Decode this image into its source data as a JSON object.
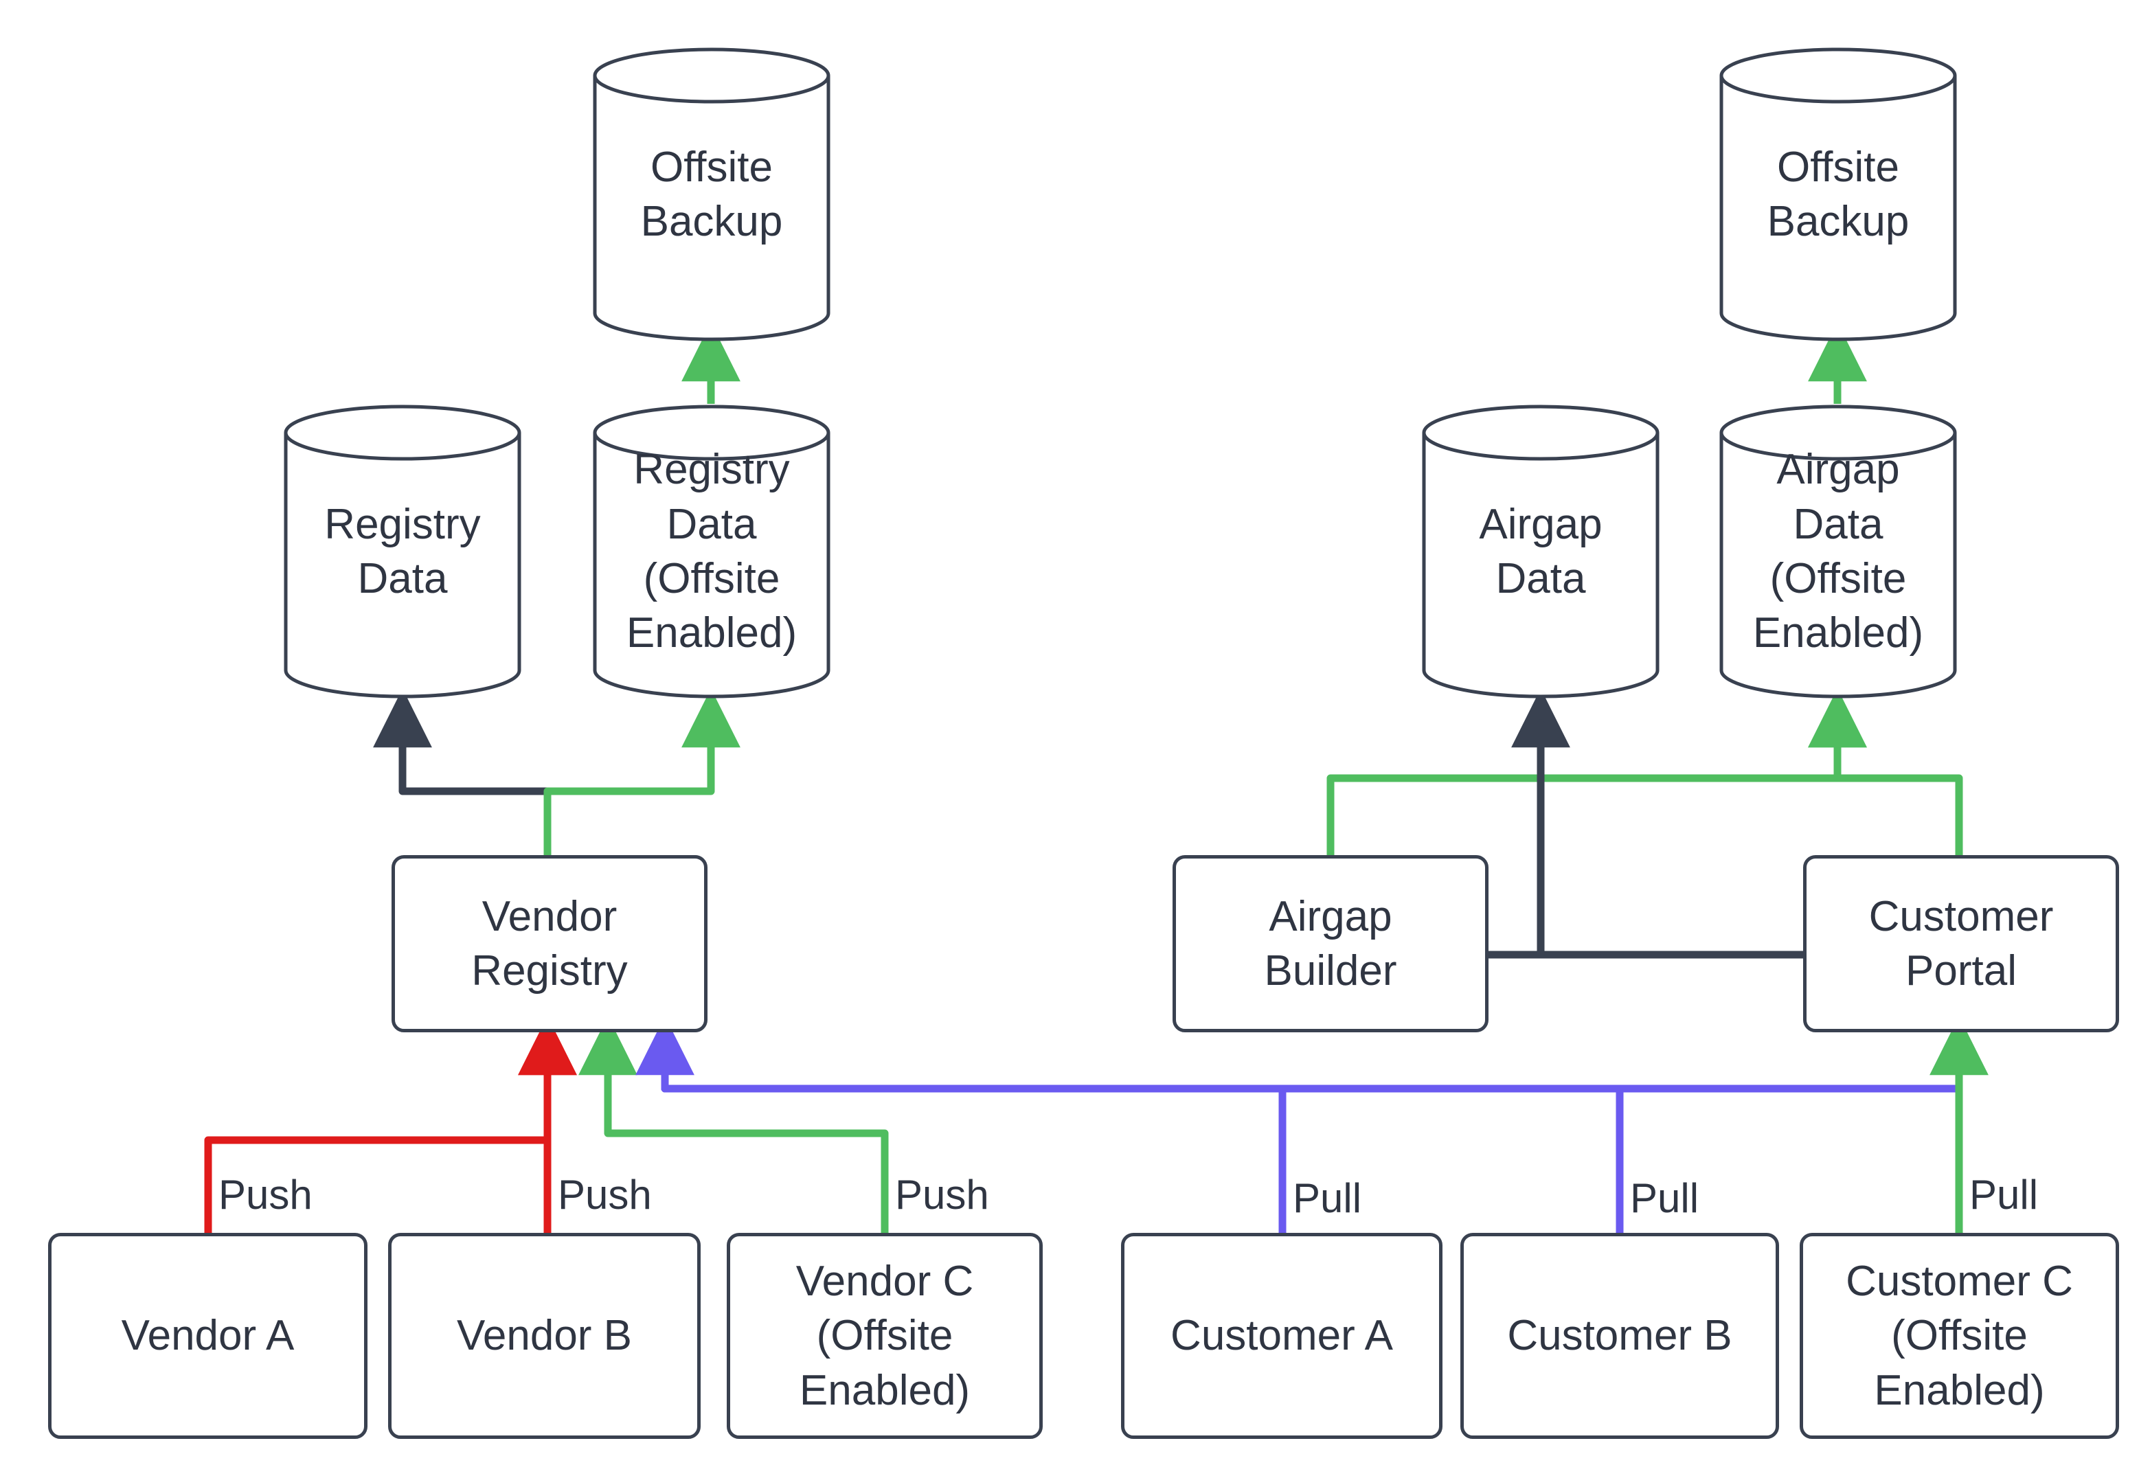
{
  "diagram": {
    "title": "Vendor Registry and Customer Airgap Replication Flow",
    "background_color": "#ffffff",
    "stroke_color": "#394150",
    "text_color": "#2f3542",
    "colors": {
      "default": "#394150",
      "red": "#e01b1b",
      "green": "#4fbd5f",
      "blue": "#6a5af0"
    }
  },
  "nodes": {
    "offsite_backup_left": {
      "label": "Offsite\nBackup",
      "shape": "cylinder"
    },
    "offsite_backup_right": {
      "label": "Offsite\nBackup",
      "shape": "cylinder"
    },
    "registry_data": {
      "label": "Registry\nData",
      "shape": "cylinder"
    },
    "registry_data_offsite": {
      "label": "Registry\nData\n(Offsite\nEnabled)",
      "shape": "cylinder"
    },
    "airgap_data": {
      "label": "Airgap\nData",
      "shape": "cylinder"
    },
    "airgap_data_offsite": {
      "label": "Airgap\nData\n(Offsite\nEnabled)",
      "shape": "cylinder"
    },
    "vendor_registry": {
      "label": "Vendor\nRegistry",
      "shape": "rect"
    },
    "airgap_builder": {
      "label": "Airgap\nBuilder",
      "shape": "rect"
    },
    "customer_portal": {
      "label": "Customer\nPortal",
      "shape": "rect"
    },
    "vendor_a": {
      "label": "Vendor A",
      "shape": "rect"
    },
    "vendor_b": {
      "label": "Vendor B",
      "shape": "rect"
    },
    "vendor_c": {
      "label": "Vendor C\n(Offsite\nEnabled)",
      "shape": "rect"
    },
    "customer_a": {
      "label": "Customer A",
      "shape": "rect"
    },
    "customer_b": {
      "label": "Customer B",
      "shape": "rect"
    },
    "customer_c": {
      "label": "Customer C\n(Offsite\nEnabled)",
      "shape": "rect"
    }
  },
  "edge_labels": {
    "vendor_a_push": "Push",
    "vendor_b_push": "Push",
    "vendor_c_push": "Push",
    "customer_a_pull": "Pull",
    "customer_b_pull": "Pull",
    "customer_c_pull": "Pull"
  },
  "edges": [
    {
      "from": "registry_data_offsite",
      "to": "offsite_backup_left",
      "color": "green",
      "label": ""
    },
    {
      "from": "airgap_data_offsite",
      "to": "offsite_backup_right",
      "color": "green",
      "label": ""
    },
    {
      "from": "vendor_registry",
      "to": "registry_data",
      "color": "default",
      "label": ""
    },
    {
      "from": "vendor_registry",
      "to": "registry_data_offsite",
      "color": "green",
      "label": ""
    },
    {
      "from": "airgap_builder",
      "to": "airgap_data_offsite",
      "color": "green",
      "label": ""
    },
    {
      "from": "customer_portal",
      "to": "airgap_data_offsite",
      "color": "green",
      "label": ""
    },
    {
      "from": "customer_portal",
      "to": "airgap_data",
      "color": "default",
      "label": ""
    },
    {
      "from": "airgap_builder",
      "to": "airgap_data",
      "color": "default",
      "label": ""
    },
    {
      "from": "vendor_a",
      "to": "vendor_registry",
      "color": "red",
      "label": "Push"
    },
    {
      "from": "vendor_b",
      "to": "vendor_registry",
      "color": "red",
      "label": "Push"
    },
    {
      "from": "vendor_c",
      "to": "vendor_registry",
      "color": "green",
      "label": "Push"
    },
    {
      "from": "customer_a",
      "to": "vendor_registry",
      "color": "blue",
      "label": "Pull"
    },
    {
      "from": "customer_b",
      "to": "vendor_registry",
      "color": "blue",
      "label": "Pull"
    },
    {
      "from": "customer_c",
      "to": "customer_portal",
      "color": "green",
      "label": "Pull"
    },
    {
      "from": "customer_c",
      "to": "vendor_registry",
      "color": "blue",
      "label": ""
    }
  ]
}
